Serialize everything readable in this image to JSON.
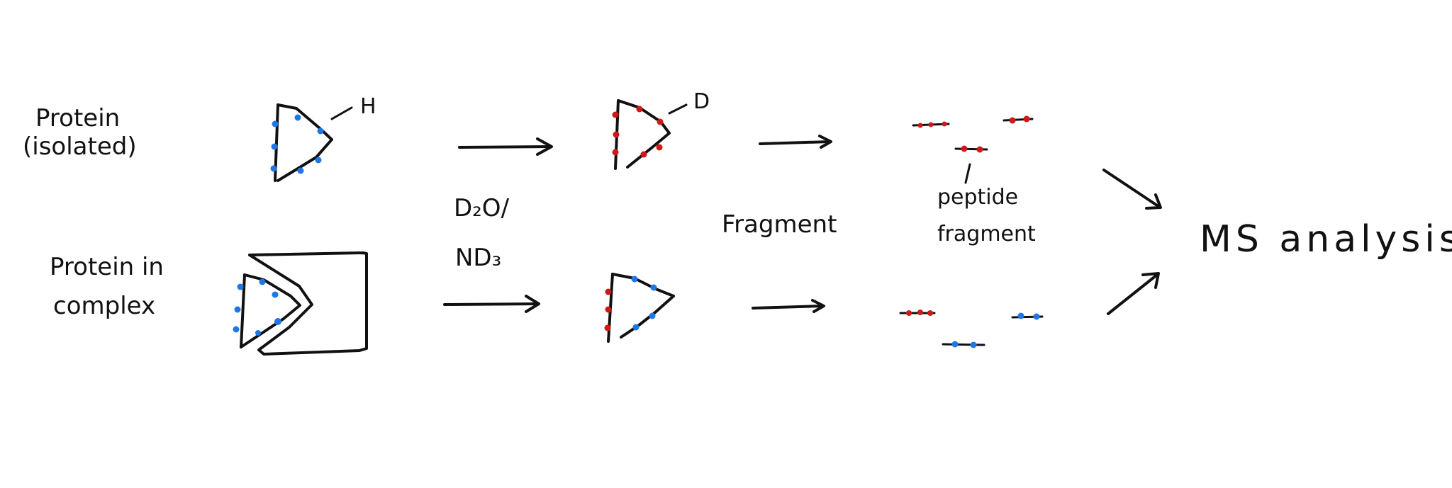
{
  "labels": {
    "protein_isolated_line1": "Protein",
    "protein_isolated_line2": "(isolated)",
    "protein_complex_line1": "Protein in",
    "protein_complex_line2": "complex",
    "hydrogen": "H",
    "deuterium": "D",
    "solvent_line1": "D₂O/",
    "solvent_line2": "ND₃",
    "fragment_step": "Fragment",
    "peptide_line1": "peptide",
    "peptide_line2": "fragment",
    "analysis": "MS analysis"
  },
  "colors": {
    "ink": "#111111",
    "hydrogen": "#1f77e6",
    "deuterium": "#d01818"
  }
}
